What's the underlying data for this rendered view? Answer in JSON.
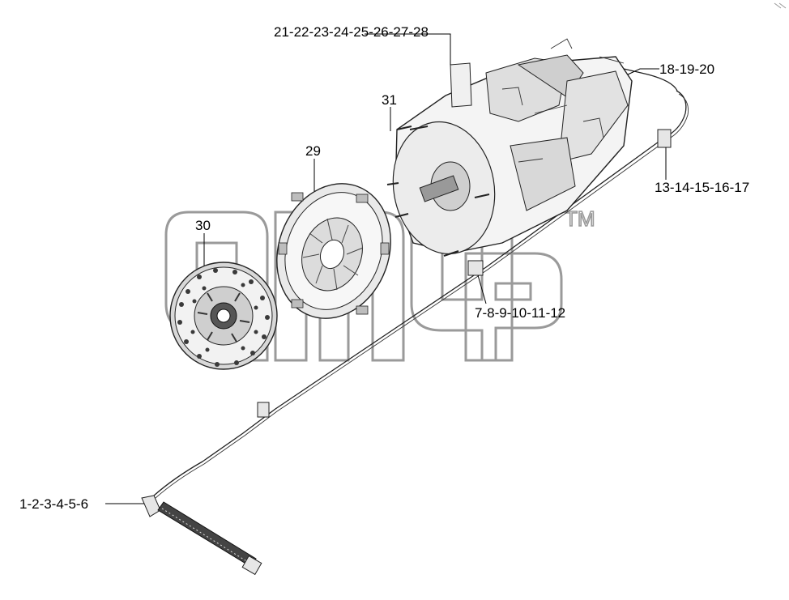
{
  "watermark": {
    "tm": "TM"
  },
  "callouts": {
    "c_21_28": "21-22-23-24-25-26-27-28",
    "c_18_20": "18-19-20",
    "c_31": "31",
    "c_29": "29",
    "c_13_17": "13-14-15-16-17",
    "c_30": "30",
    "c_7_12": "7-8-9-10-11-12",
    "c_1_6": "1-2-3-4-5-6"
  }
}
